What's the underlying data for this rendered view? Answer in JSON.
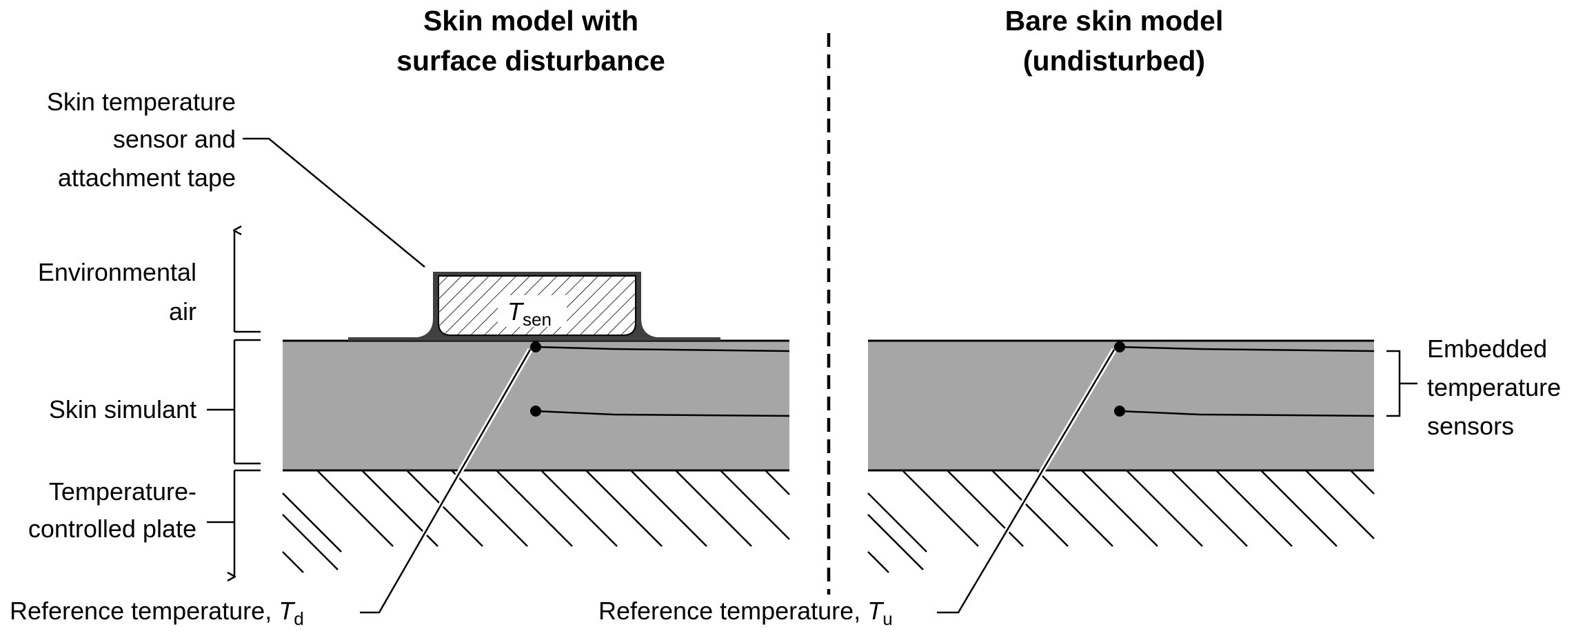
{
  "left_panel": {
    "title_line1": "Skin model with",
    "title_line2": "surface disturbance",
    "sensor_label_line1": "Skin temperature",
    "sensor_label_line2": "sensor and",
    "sensor_label_line3": "attachment tape",
    "sensor_symbol": "T",
    "sensor_subscript": "sen",
    "reference_label": "Reference temperature, ",
    "reference_symbol": "T",
    "reference_subscript": "d"
  },
  "right_panel": {
    "title_line1": "Bare skin model",
    "title_line2": "(undisturbed)",
    "reference_label": "Reference temperature, ",
    "reference_symbol": "T",
    "reference_subscript": "u",
    "embedded_label_line1": "Embedded",
    "embedded_label_line2": "temperature",
    "embedded_label_line3": "sensors"
  },
  "layers": {
    "air_line1": "Environmental",
    "air_line2": "air",
    "skin": "Skin simulant",
    "plate_line1": "Temperature-",
    "plate_line2": "controlled plate"
  },
  "colors": {
    "skin_simulant": "#a6a6a6",
    "sensor_outline": "#404040",
    "lines": "#000000"
  }
}
